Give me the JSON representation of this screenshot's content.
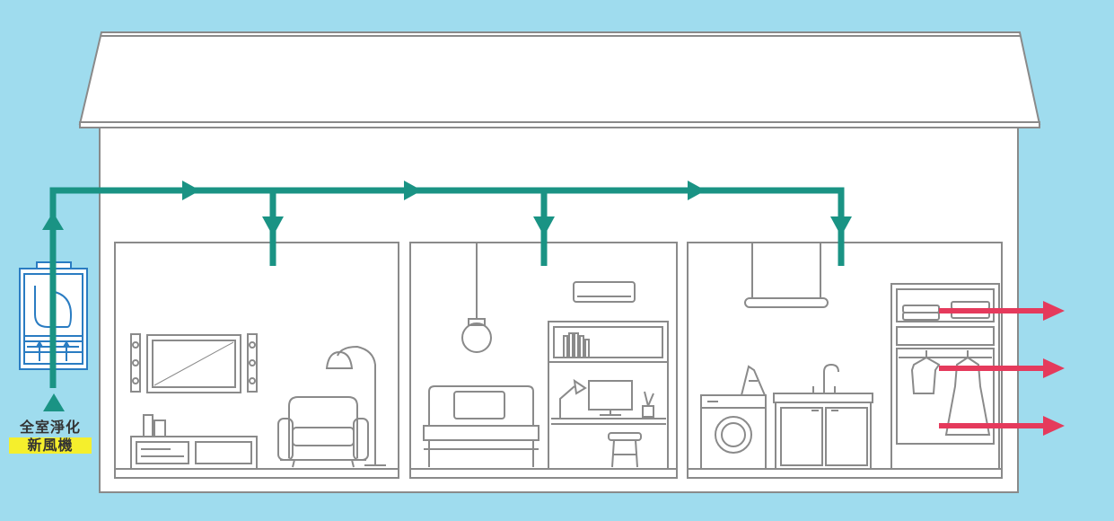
{
  "device_label": {
    "line1": "全室淨化",
    "line2": "新風機"
  },
  "colors": {
    "background": "#9fdcee",
    "house_line": "#8a8a8a",
    "fresh_air_duct": "#1a9384",
    "exhaust_arrow": "#e53a5c",
    "device_blue": "#2a7cc2",
    "label_highlight": "#f5ef2c"
  },
  "rooms": [
    "living-room",
    "bedroom-study",
    "laundry-closet"
  ]
}
